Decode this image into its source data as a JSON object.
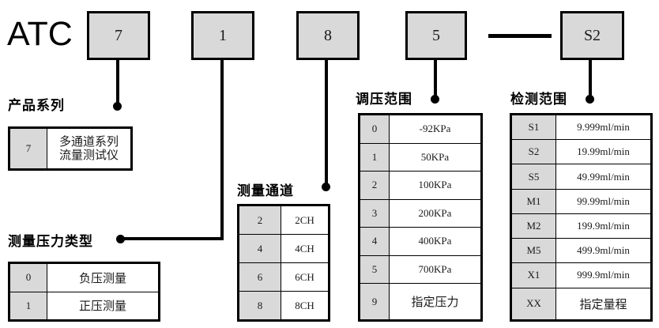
{
  "title_prefix": "ATC",
  "code_boxes": [
    {
      "name": "product-series",
      "value": "7"
    },
    {
      "name": "pressure-type",
      "value": "1"
    },
    {
      "name": "channel-count",
      "value": "8"
    },
    {
      "name": "pressure-range",
      "value": "5"
    },
    {
      "name": "separator",
      "value": "—"
    },
    {
      "name": "detection-range",
      "value": "S2"
    }
  ],
  "sections": {
    "product_series": {
      "heading": "产品系列",
      "rows": [
        {
          "code": "7",
          "desc": "多通道系列\n流量测试仪"
        }
      ]
    },
    "pressure_type": {
      "heading": "测量压力类型",
      "rows": [
        {
          "code": "0",
          "desc": "负压测量"
        },
        {
          "code": "1",
          "desc": "正压测量"
        }
      ]
    },
    "channels": {
      "heading": "测量通道",
      "rows": [
        {
          "code": "2",
          "desc": "2CH"
        },
        {
          "code": "4",
          "desc": "4CH"
        },
        {
          "code": "6",
          "desc": "6CH"
        },
        {
          "code": "8",
          "desc": "8CH"
        }
      ]
    },
    "pressure_range": {
      "heading": "调压范围",
      "rows": [
        {
          "code": "0",
          "desc": "-92KPa"
        },
        {
          "code": "1",
          "desc": "50KPa"
        },
        {
          "code": "2",
          "desc": "100KPa"
        },
        {
          "code": "3",
          "desc": "200KPa"
        },
        {
          "code": "4",
          "desc": "400KPa"
        },
        {
          "code": "5",
          "desc": "700KPa"
        },
        {
          "code": "9",
          "desc": "指定压力"
        }
      ]
    },
    "detection_range": {
      "heading": "检测范围",
      "rows": [
        {
          "code": "S1",
          "desc": "9.999ml/min"
        },
        {
          "code": "S2",
          "desc": "19.99ml/min"
        },
        {
          "code": "S5",
          "desc": "49.99ml/min"
        },
        {
          "code": "M1",
          "desc": "99.99ml/min"
        },
        {
          "code": "M2",
          "desc": "199.9ml/min"
        },
        {
          "code": "M5",
          "desc": "499.9ml/min"
        },
        {
          "code": "X1",
          "desc": "999.9ml/min"
        },
        {
          "code": "XX",
          "desc": "指定量程"
        }
      ]
    }
  },
  "colors": {
    "box_fill": "#d9d9d9",
    "line": "#000000",
    "background": "#ffffff"
  }
}
